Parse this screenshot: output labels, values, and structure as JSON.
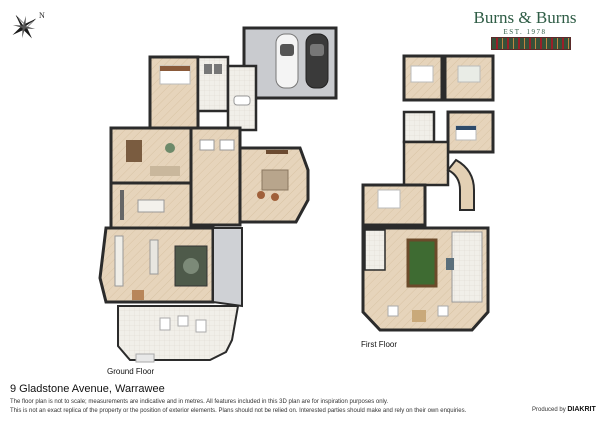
{
  "brand": {
    "name": "Burns & Burns",
    "established": "EST. 1978"
  },
  "compass": {
    "north_label": "N"
  },
  "floors": {
    "ground_label": "Ground Floor",
    "first_label": "First Floor"
  },
  "address": "9 Gladstone Avenue, Warrawee",
  "disclaimer": {
    "line1": "The floor plan is not to scale; measurements are indicative and in metres. All features included in this 3D plan are for inspiration purposes only.",
    "line2": "This is not an exact replica of the property or the position of exterior elements. Plans should not be relied on. Interested parties should make and rely on their own enquiries."
  },
  "credit": {
    "prefix": "Produced by",
    "company": "DIAKRIT"
  },
  "colors": {
    "wall": "#2b2b2b",
    "floor": "#e7d7c0",
    "garage_floor": "#c9cbcf",
    "brand_green": "#2f5d46",
    "billiard_green": "#3e6b32"
  }
}
